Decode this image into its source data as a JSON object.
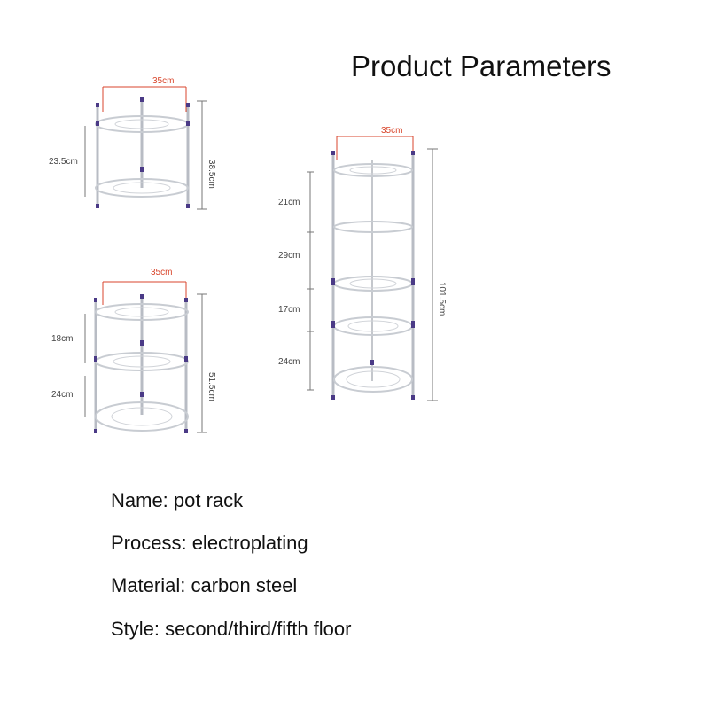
{
  "title": "Product Parameters",
  "colors": {
    "frame": "#b8bcc4",
    "ring": "#c8ccd2",
    "cap": "#4a3a86",
    "dim_red": "#d9462c",
    "dim_gray": "#777777"
  },
  "racks": {
    "two_tier": {
      "width_label": "35cm",
      "tier_label": "23.5cm",
      "total_label": "38.5cm"
    },
    "three_tier": {
      "width_label": "35cm",
      "tier_labels": [
        "18cm",
        "24cm"
      ],
      "total_label": "51.5cm"
    },
    "five_tier": {
      "width_label": "35cm",
      "tier_labels": [
        "21cm",
        "29cm",
        "17cm",
        "24cm"
      ],
      "total_label": "101.5cm"
    }
  },
  "specs": {
    "name": "Name: pot rack",
    "process": "Process: electroplating",
    "material": "Material: carbon steel",
    "style": "Style: second/third/fifth floor"
  }
}
